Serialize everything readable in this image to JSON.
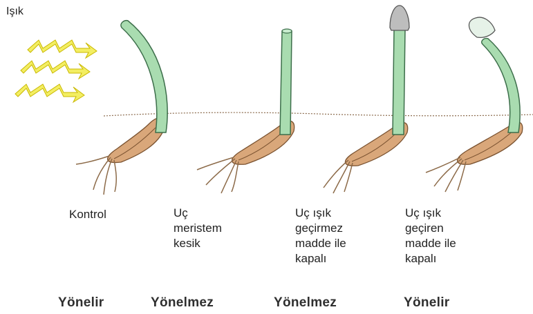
{
  "light_label": "Işık",
  "colors": {
    "light_fill": "#f3ee62",
    "light_stroke": "#c9b800",
    "stem_fill": "#a9dcb0",
    "stem_stroke": "#3c6e4a",
    "soil_line": "#8a6a4c",
    "seed_fill": "#d9a77a",
    "seed_stroke": "#7a5230",
    "root": "#8c6a48",
    "opaque_cap": "#bdbdbd",
    "clear_cap": "#e6f2e8"
  },
  "seedlings": [
    {
      "condition": "Kontrol",
      "cap": "none",
      "result": "Yönelir"
    },
    {
      "condition": "Uç\nmeristem\nkesik",
      "cap": "tip-cut",
      "result": "Yönelmez"
    },
    {
      "condition": "Uç ışık\ngeçirmez\nmadde ile\nkapalı",
      "cap": "opaque",
      "result": "Yönelmez"
    },
    {
      "condition": "Uç ışık\ngeçiren\nmadde ile\nkapalı",
      "cap": "transparent",
      "result": "Yönelir"
    }
  ]
}
